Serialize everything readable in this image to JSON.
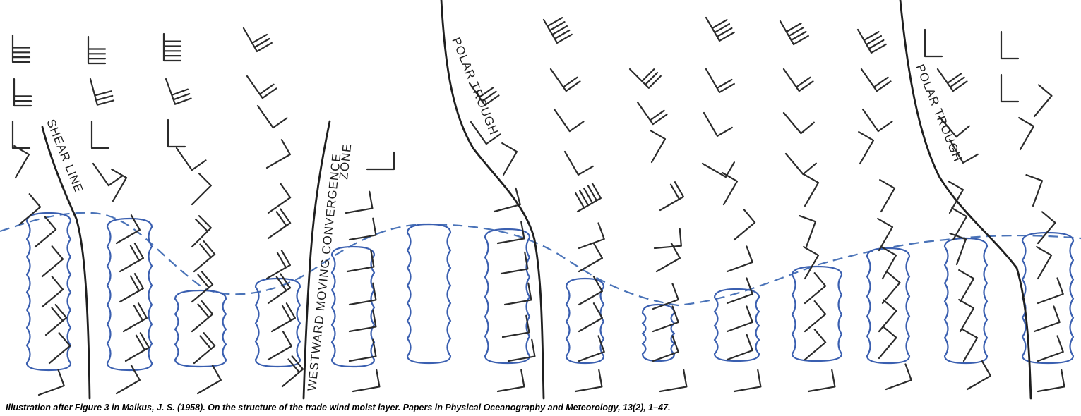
{
  "fronts": [
    {
      "id": "shear-line",
      "label": "SHEAR LINE"
    },
    {
      "id": "convergence",
      "label": "WESTWARD MOVING CONVERGENCE",
      "label2": "ZONE"
    },
    {
      "id": "polar-trough-1",
      "label": "POLAR TROUGH"
    },
    {
      "id": "polar-trough-2",
      "label": "POLAR TROUGH"
    }
  ],
  "caption": "Illustration after Figure 3 in Malkus, J. S. (1958). On the structure of the trade wind moist layer. Papers in Physical Oceanography and Meteorology, 13(2), 1–47.",
  "colors": {
    "line": "#1f1f1f",
    "cloud": "#3a5fb0",
    "moist_layer_top": "#4a73b8"
  }
}
